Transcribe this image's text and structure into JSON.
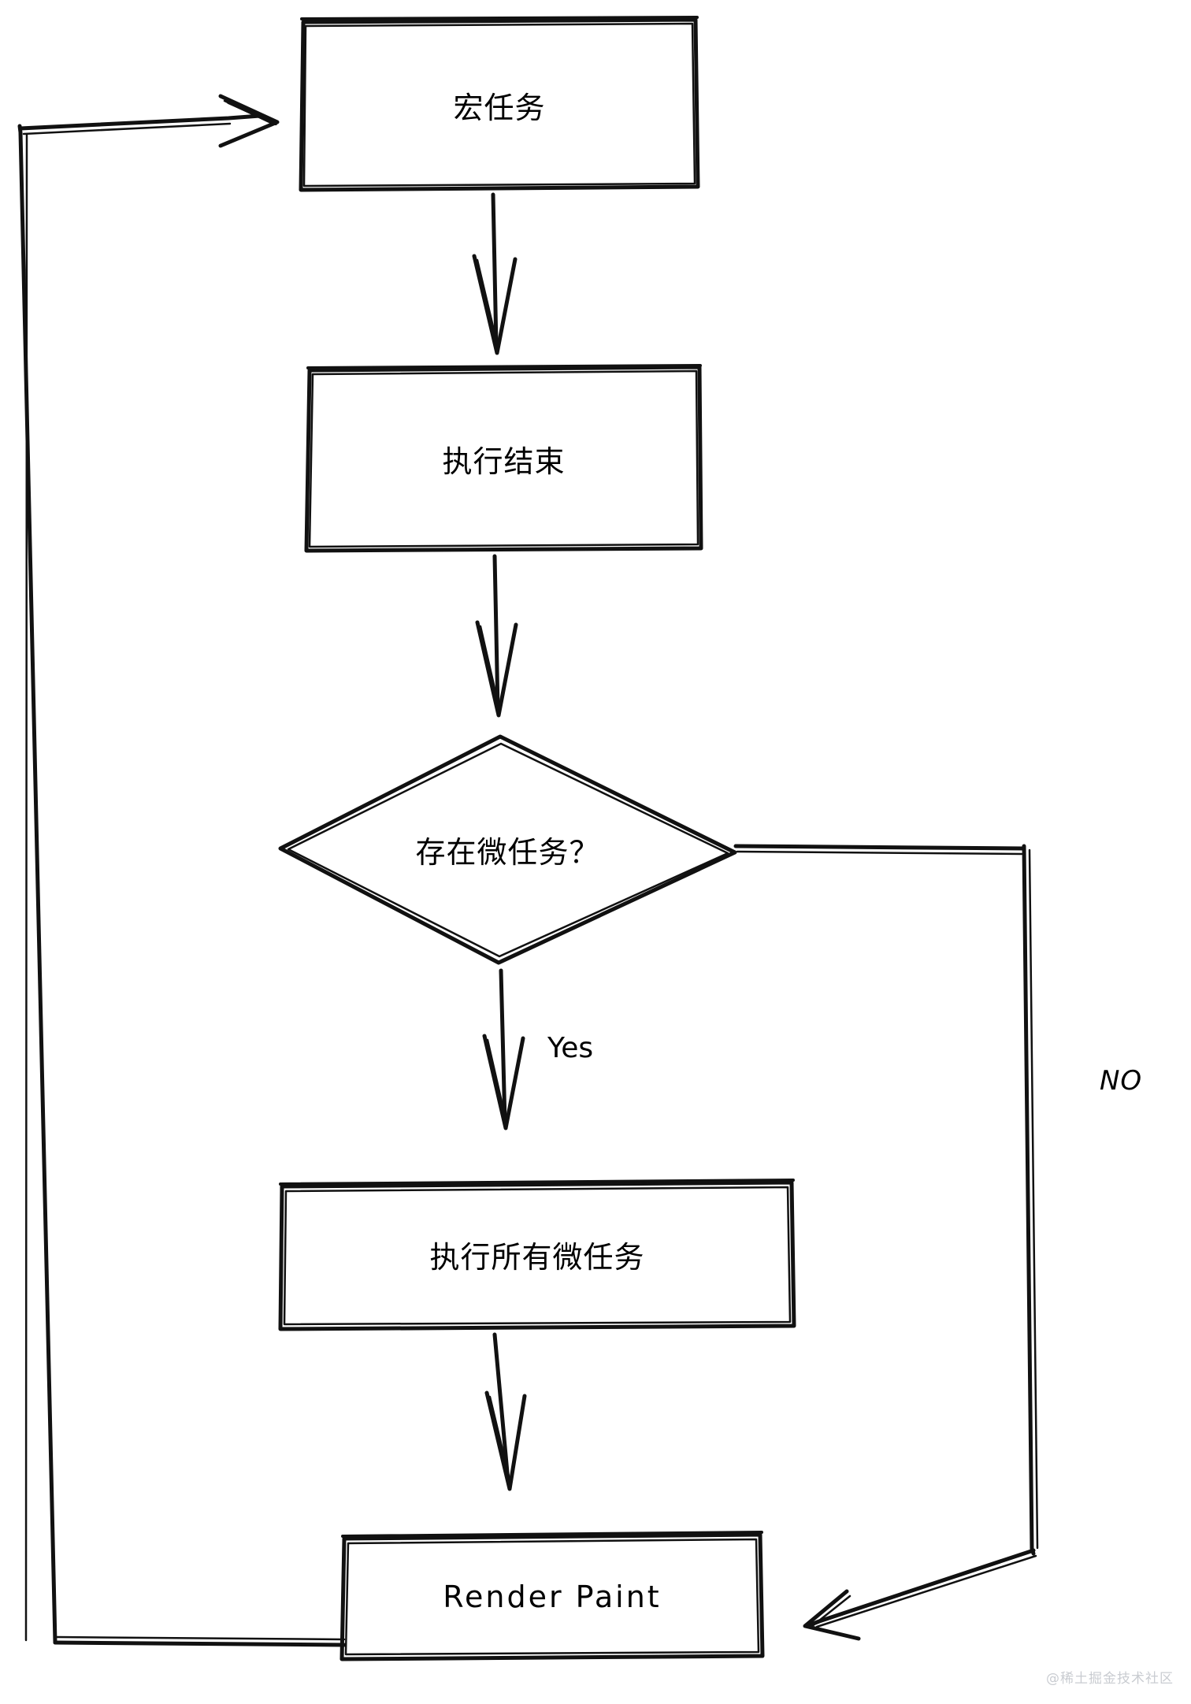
{
  "diagram": {
    "title": "Event Loop Flowchart",
    "style": "hand-drawn",
    "stroke_color": "#111111",
    "background_color": "#ffffff",
    "nodes": [
      {
        "id": "macrotask",
        "label": "宏任务",
        "shape": "rectangle"
      },
      {
        "id": "execution-done",
        "label": "执行结束",
        "shape": "rectangle"
      },
      {
        "id": "has-microtask",
        "label": "存在微任务？",
        "shape": "diamond"
      },
      {
        "id": "run-microtasks",
        "label": "执行所有微任务",
        "shape": "rectangle"
      },
      {
        "id": "render-paint",
        "label": "Render Paint",
        "shape": "rectangle"
      }
    ],
    "edges": [
      {
        "from": "macrotask",
        "to": "execution-done",
        "label": ""
      },
      {
        "from": "execution-done",
        "to": "has-microtask",
        "label": ""
      },
      {
        "from": "has-microtask",
        "to": "run-microtasks",
        "label": "Yes"
      },
      {
        "from": "has-microtask",
        "to": "render-paint",
        "label": "NO"
      },
      {
        "from": "run-microtasks",
        "to": "render-paint",
        "label": ""
      },
      {
        "from": "render-paint",
        "to": "macrotask",
        "label": ""
      }
    ],
    "edge_labels": {
      "yes": "Yes",
      "no": "NO"
    }
  },
  "watermark": {
    "text": "@稀土掘金技术社区"
  }
}
